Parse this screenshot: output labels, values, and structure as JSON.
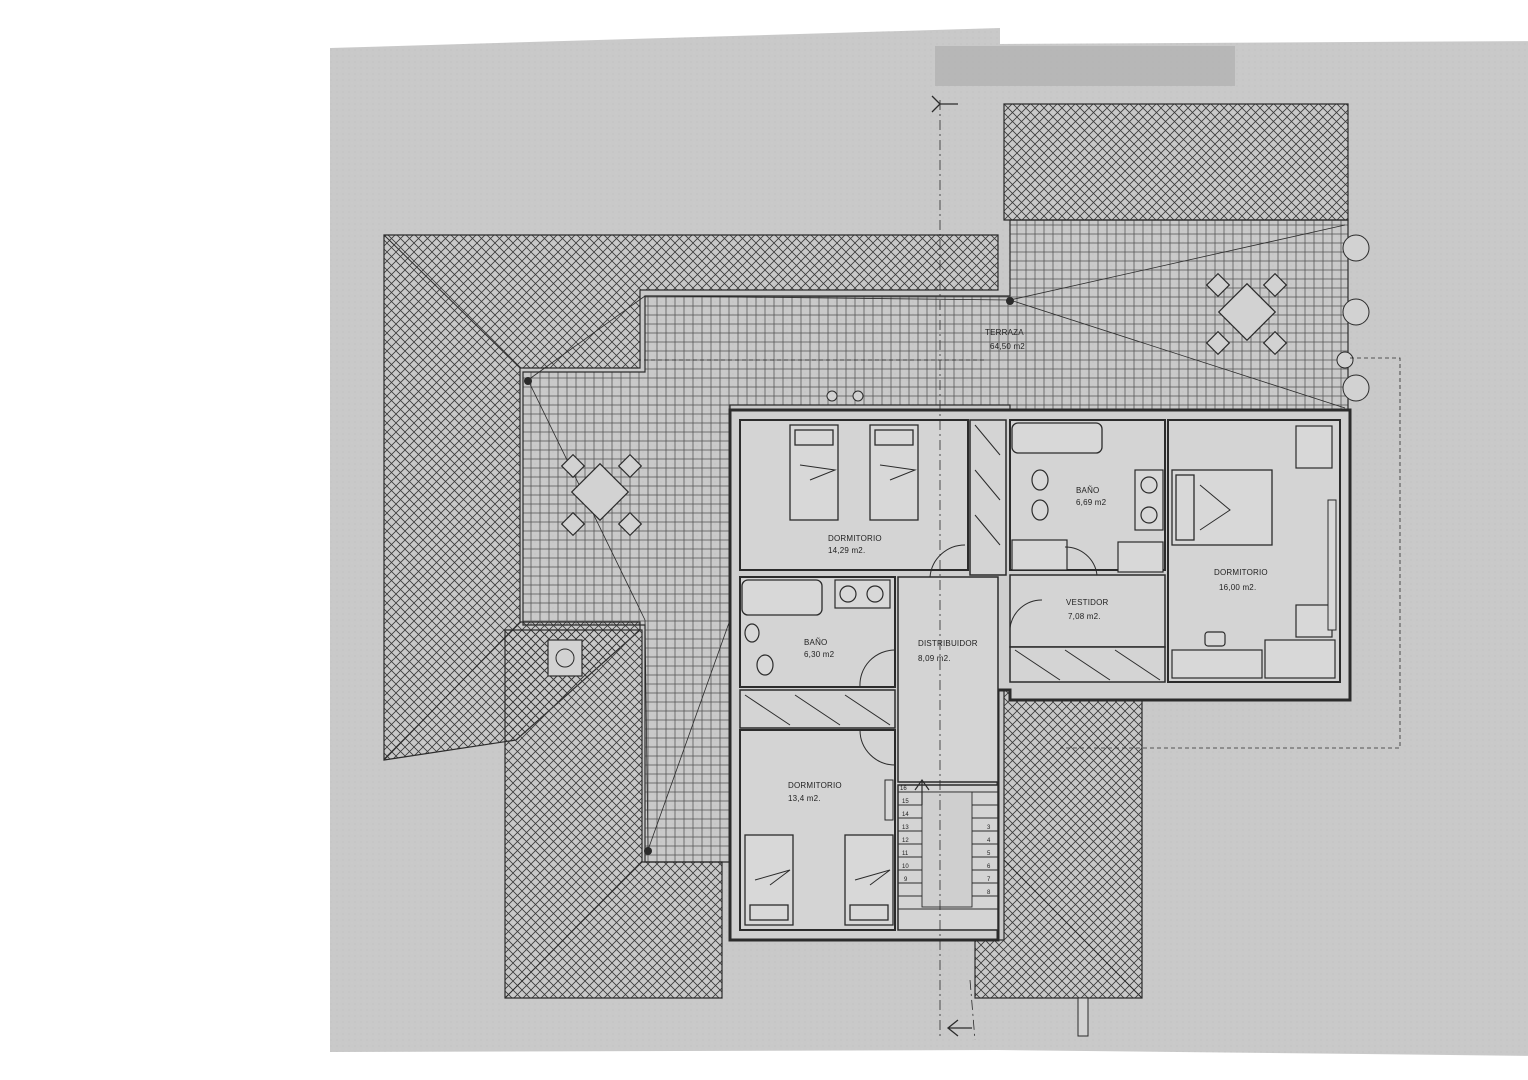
{
  "colors": {
    "paper": "#c9c9c9",
    "paper_dark": "#bcbcbc",
    "line": "#2b2b2b",
    "roof_tile": "#3a3a3a",
    "floor_grid": "#4a4a4a",
    "room_fill": "#d2d2d2"
  },
  "rooms": [
    {
      "id": "terraza",
      "name": "TERRAZA",
      "area": "64,50 m2"
    },
    {
      "id": "dormitorio-1",
      "name": "DORMITORIO",
      "area": "14,29 m2."
    },
    {
      "id": "bano-1",
      "name": "BAÑO",
      "area": "6,69 m2"
    },
    {
      "id": "dormitorio-principal",
      "name": "DORMITORIO",
      "area": "16,00 m2."
    },
    {
      "id": "vestidor",
      "name": "VESTIDOR",
      "area": "7,08 m2."
    },
    {
      "id": "distribuidor",
      "name": "DISTRIBUIDOR",
      "area": "8,09 m2."
    },
    {
      "id": "bano-2",
      "name": "BAÑO",
      "area": "6,30 m2"
    },
    {
      "id": "dormitorio-2",
      "name": "DORMITORIO",
      "area": "13,4 m2."
    }
  ],
  "stairs": {
    "left_steps": [
      "16",
      "15",
      "14",
      "13",
      "12",
      "11",
      "10",
      "9"
    ],
    "right_steps": [
      "3",
      "4",
      "5",
      "6",
      "7",
      "8"
    ]
  },
  "icons": [
    "section-arrow-icon",
    "table-chairs-icon",
    "bed-icon",
    "bathtub-icon",
    "toilet-icon",
    "sink-icon",
    "plant-icon",
    "chimney-icon",
    "corner-drain-icon"
  ]
}
